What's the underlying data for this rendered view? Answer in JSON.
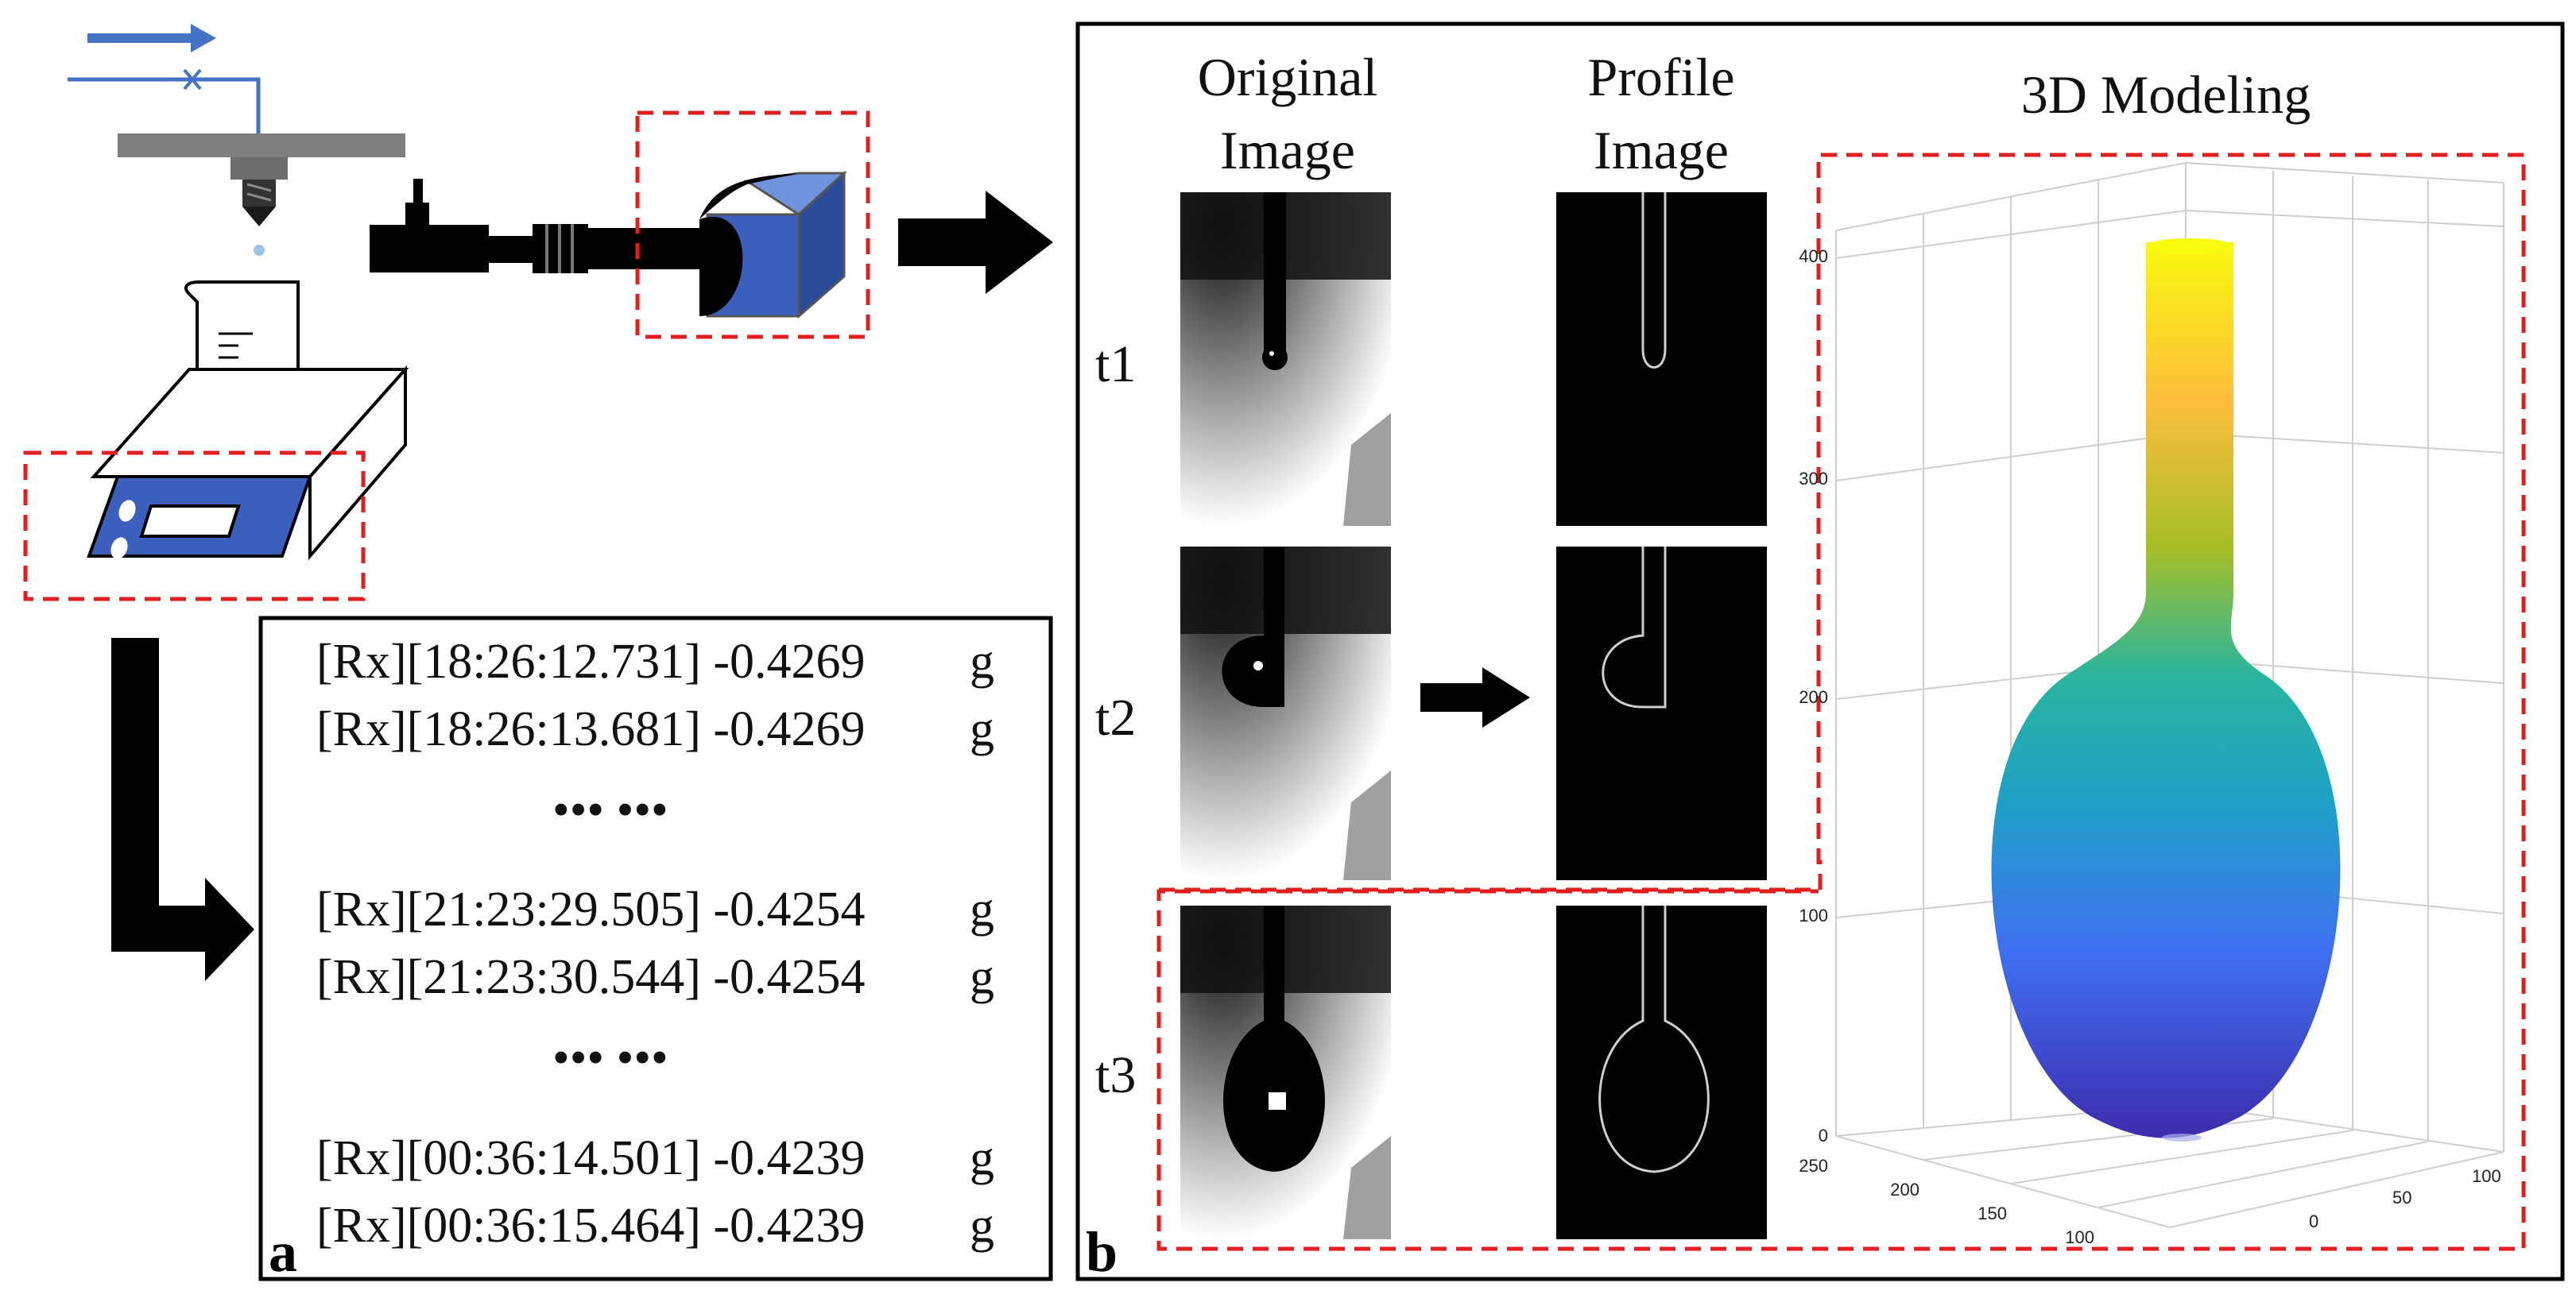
{
  "panel_a": {
    "letter": "a",
    "log": {
      "lines_top": [
        {
          "text": "[Rx][18:26:12.731] -0.4269",
          "unit": "g"
        },
        {
          "text": "[Rx][18:26:13.681] -0.4269",
          "unit": "g"
        }
      ],
      "ellipsis_1": "•••  •••",
      "lines_mid": [
        {
          "text": "[Rx][21:23:29.505] -0.4254",
          "unit": "g"
        },
        {
          "text": "[Rx][21:23:30.544] -0.4254",
          "unit": "g"
        }
      ],
      "ellipsis_2": "•••  •••",
      "lines_bottom": [
        {
          "text": "[Rx][00:36:14.501] -0.4239",
          "unit": "g"
        },
        {
          "text": "[Rx][00:36:15.464] -0.4239",
          "unit": "g"
        }
      ]
    }
  },
  "panel_b": {
    "letter": "b",
    "columns": {
      "original_line1": "Original",
      "original_line2": "Image",
      "profile_line1": "Profile",
      "profile_line2": "Image",
      "model": "3D Modeling"
    },
    "time_labels": [
      "t1",
      "t2",
      "t3"
    ],
    "axis_ticks": {
      "z": [
        "400",
        "300",
        "200",
        "100",
        "0"
      ],
      "x": [
        "250",
        "200",
        "150",
        "100"
      ],
      "y": [
        "100",
        "50",
        "0"
      ]
    }
  },
  "colors": {
    "dashed_highlight": "#e02020",
    "equipment_blue": "#3c5fbd",
    "flow_arrow": "#4472c4",
    "colormap_top": "#f9fb0e",
    "colormap_mid": "#1fb4ad",
    "colormap_bottom": "#3e26a8"
  }
}
